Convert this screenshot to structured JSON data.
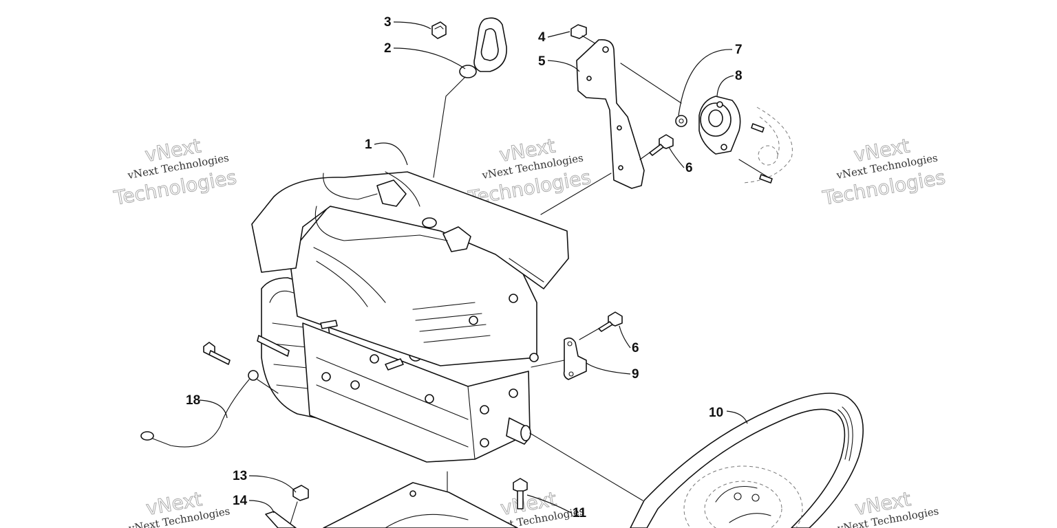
{
  "diagram": {
    "callouts": [
      {
        "id": "1",
        "label": "1"
      },
      {
        "id": "2",
        "label": "2"
      },
      {
        "id": "3",
        "label": "3"
      },
      {
        "id": "4",
        "label": "4"
      },
      {
        "id": "5",
        "label": "5"
      },
      {
        "id": "6a",
        "label": "6"
      },
      {
        "id": "6b",
        "label": "6"
      },
      {
        "id": "7",
        "label": "7"
      },
      {
        "id": "8",
        "label": "8"
      },
      {
        "id": "9",
        "label": "9"
      },
      {
        "id": "10",
        "label": "10"
      },
      {
        "id": "11",
        "label": "11"
      },
      {
        "id": "13",
        "label": "13"
      },
      {
        "id": "14",
        "label": "14"
      },
      {
        "id": "18",
        "label": "18"
      }
    ]
  },
  "watermark": {
    "small": "vNext Technologies",
    "big_top": "vNext",
    "big_bottom": "Technologies"
  }
}
